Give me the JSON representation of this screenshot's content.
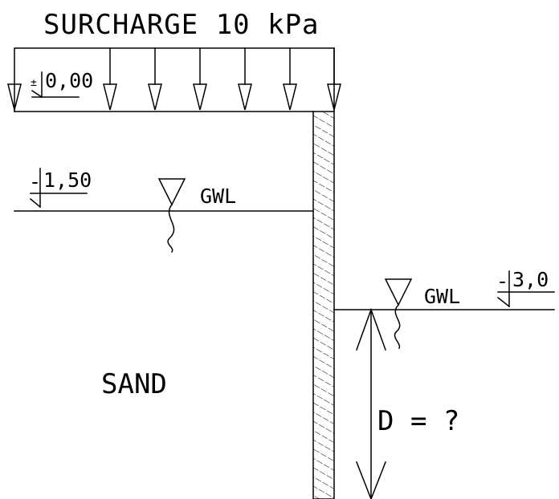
{
  "surcharge_label": "SURCHARGE  10 kPa",
  "levels": {
    "top": {
      "sign": "±",
      "value": "0,00"
    },
    "left_gwl": {
      "sign": "-",
      "value": "1,50"
    },
    "right_gwl": {
      "sign": "-",
      "value": "3,0"
    }
  },
  "gwl_labels": {
    "left": "GWL",
    "right": "GWL"
  },
  "soil_label": "SAND",
  "depth_label": "D  =  ?",
  "style": {
    "line_color": "#000000",
    "background": "#ffffff"
  }
}
